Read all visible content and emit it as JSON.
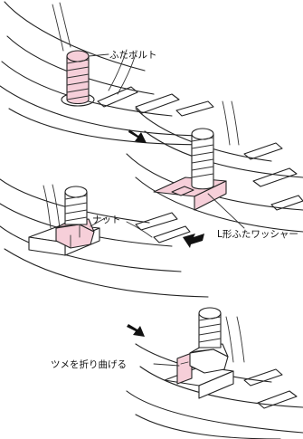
{
  "labels": {
    "lid_bolt": "ふたボルト",
    "l_washer": "L形ふたワッシャー",
    "nut": "ナット",
    "bend_tab": "ツメを折り曲げる"
  },
  "colors": {
    "highlight": "#f6cfd9",
    "line": "#222222"
  }
}
